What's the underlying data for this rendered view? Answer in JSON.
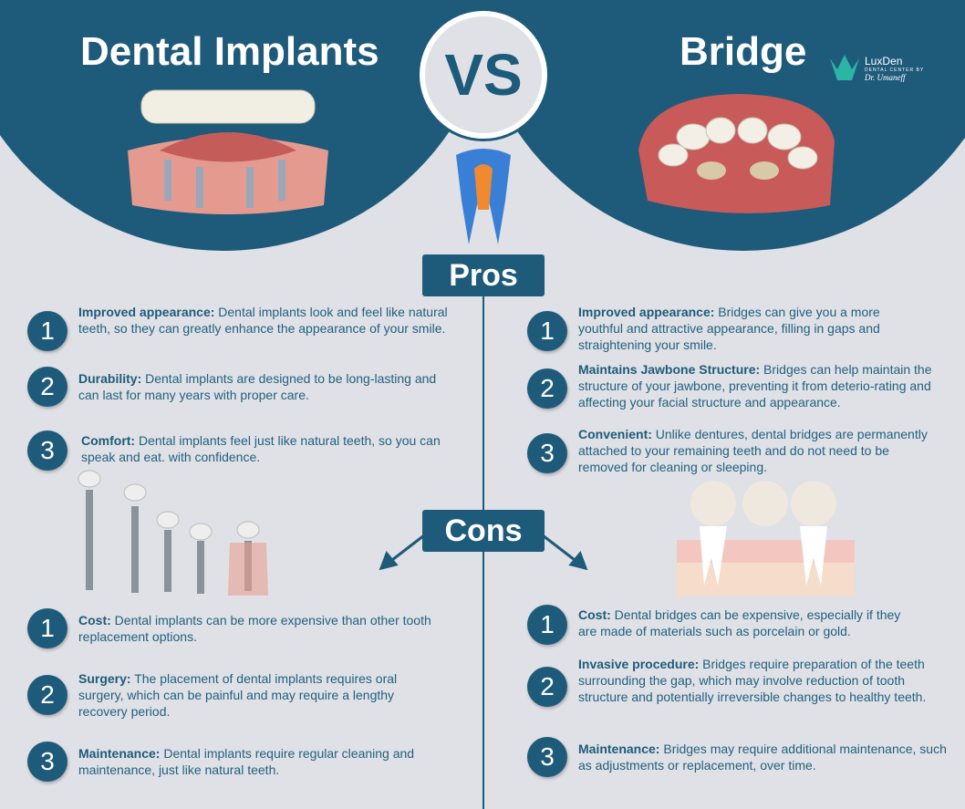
{
  "header": {
    "left_title": "Dental Implants",
    "vs": "VS",
    "right_title": "Bridge"
  },
  "logo": {
    "name": "LuxDen",
    "tagline": "DENTAL CENTER BY",
    "signature": "Dr. Umaneff"
  },
  "sections": {
    "pros": "Pros",
    "cons": "Cons"
  },
  "colors": {
    "primary": "#1e5b7a",
    "background": "#dfe1e6",
    "logo_accent": "#2bb5a5"
  },
  "implants": {
    "pros": [
      {
        "n": "1",
        "title": "Improved appearance:",
        "text": " Dental implants look and feel like natural teeth, so they can greatly enhance the appearance of your smile."
      },
      {
        "n": "2",
        "title": "Durability:",
        "text": " Dental implants are designed to be long-lasting and can last for many years with proper care."
      },
      {
        "n": "3",
        "title": "Comfort:",
        "text": " Dental implants feel just like natural teeth, so you can speak and eat. with confidence."
      }
    ],
    "cons": [
      {
        "n": "1",
        "title": "Cost:",
        "text": " Dental implants can be more expensive than other tooth replacement options."
      },
      {
        "n": "2",
        "title": "Surgery:",
        "text": " The placement of dental implants requires oral surgery, which can be painful and may require a lengthy recovery period."
      },
      {
        "n": "3",
        "title": "Maintenance:",
        "text": " Dental implants require regular cleaning and maintenance, just like natural teeth."
      }
    ]
  },
  "bridge": {
    "pros": [
      {
        "n": "1",
        "title": "Improved appearance:",
        "text": " Bridges can give you a more youthful and attractive appearance, filling in gaps and straightening your smile."
      },
      {
        "n": "2",
        "title": "Maintains Jawbone Structure:",
        "text": " Bridges can help maintain the structure of your jawbone, preventing it from deterio-rating and affecting your facial structure and appearance."
      },
      {
        "n": "3",
        "title": "Convenient:",
        "text": " Unlike dentures, dental bridges are permanently attached to your remaining teeth and do not need to be removed for cleaning or sleeping."
      }
    ],
    "cons": [
      {
        "n": "1",
        "title": "Cost:",
        "text": " Dental bridges can be expensive, especially if they are made of materials such as porcelain or gold."
      },
      {
        "n": "2",
        "title": "Invasive procedure:",
        "text": " Bridges require preparation of the teeth surrounding the gap, which may involve reduction of tooth structure and potentially irreversible changes to healthy teeth."
      },
      {
        "n": "3",
        "title": "Maintenance:",
        "text": " Bridges may require additional maintenance, such as adjustments or replacement, over time."
      }
    ]
  }
}
